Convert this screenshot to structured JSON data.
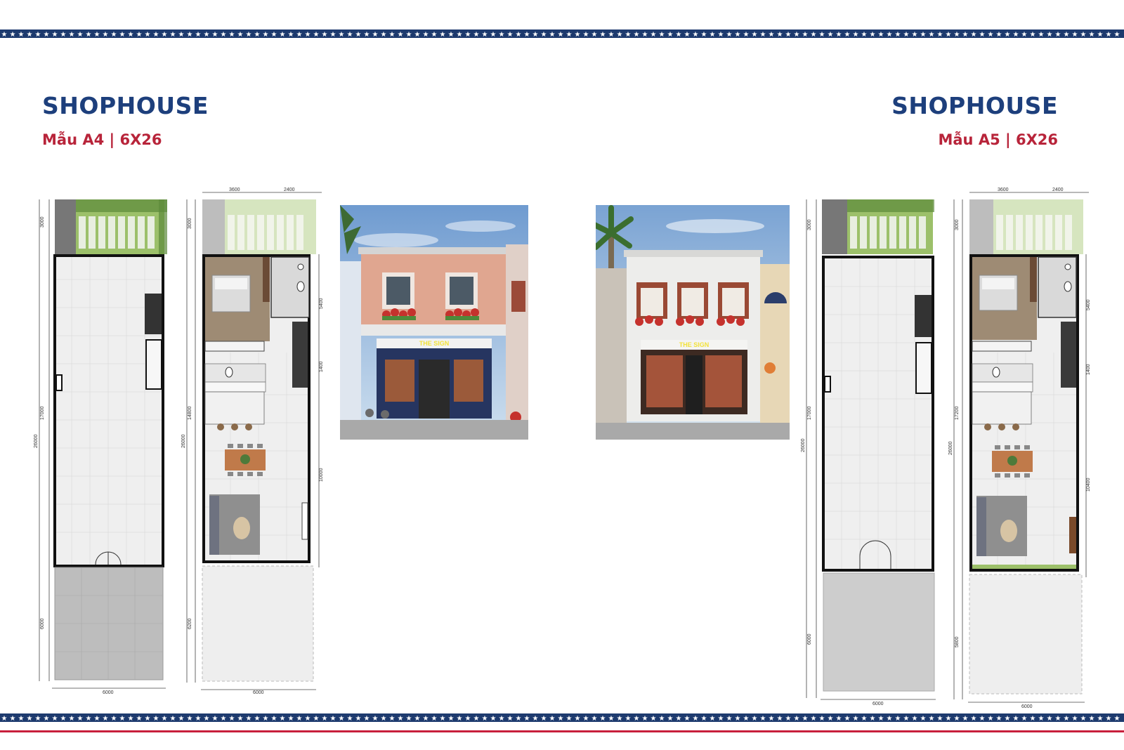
{
  "left": {
    "title": "SHOPHOUSE",
    "model": "Mẫu A4 | 6X26",
    "plan1": {
      "d_top": "3000",
      "d_mid": "17000",
      "d_total": "26000",
      "d_bot": "6000",
      "d_width": "6000"
    },
    "plan2": {
      "w1": "3600",
      "w2": "2400",
      "d_top": "3000",
      "d_a": "5400",
      "d_b": "1400",
      "d_c": "14800",
      "d_d": "10000",
      "d_total": "26000",
      "d_bot": "6200",
      "d_width": "6000"
    },
    "sign": "THE SIGN"
  },
  "right": {
    "title": "SHOPHOUSE",
    "model": "Mẫu A5 | 6X26",
    "plan1": {
      "d_top": "3000",
      "d_mid": "17000",
      "d_total": "26000",
      "d_bot": "6000",
      "d_width": "6000"
    },
    "plan2": {
      "w1": "3600",
      "w2": "2400",
      "d_top": "3000",
      "d_a": "5400",
      "d_b": "1400",
      "d_c": "17200",
      "d_d": "10400",
      "d_total": "26000",
      "d_bot": "5800",
      "d_width": "6000"
    },
    "sign": "THE SIGN"
  },
  "colors": {
    "navy": "#1d3f7c",
    "red": "#b8243a"
  }
}
